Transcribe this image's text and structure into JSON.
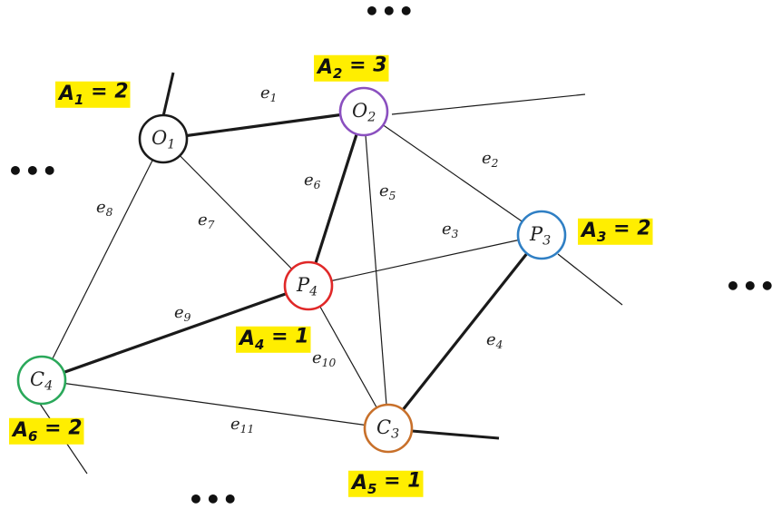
{
  "nodes": [
    {
      "id": "O1",
      "base": "O",
      "sub": "1",
      "color": "#1a1a1a"
    },
    {
      "id": "O2",
      "base": "O",
      "sub": "2",
      "color": "#8a4fbf"
    },
    {
      "id": "P3",
      "base": "P",
      "sub": "3",
      "color": "#2f7fc4"
    },
    {
      "id": "P4",
      "base": "P",
      "sub": "4",
      "color": "#e02828"
    },
    {
      "id": "C3",
      "base": "C",
      "sub": "3",
      "color": "#c8702a"
    },
    {
      "id": "C4",
      "base": "C",
      "sub": "4",
      "color": "#2aa85a"
    }
  ],
  "edges": [
    {
      "id": "e1",
      "base": "e",
      "sub": "1",
      "from": "O1",
      "to": "O2",
      "bold": true
    },
    {
      "id": "e2",
      "base": "e",
      "sub": "2",
      "from": "O2",
      "to": "P3",
      "bold": false
    },
    {
      "id": "e3",
      "base": "e",
      "sub": "3",
      "from": "P4",
      "to": "P3",
      "bold": false
    },
    {
      "id": "e4",
      "base": "e",
      "sub": "4",
      "from": "P3",
      "to": "C3",
      "bold": true
    },
    {
      "id": "e5",
      "base": "e",
      "sub": "5",
      "from": "O2",
      "to": "C3",
      "bold": false
    },
    {
      "id": "e6",
      "base": "e",
      "sub": "6",
      "from": "P4",
      "to": "O2",
      "bold": true
    },
    {
      "id": "e7",
      "base": "e",
      "sub": "7",
      "from": "O1",
      "to": "P4",
      "bold": false
    },
    {
      "id": "e8",
      "base": "e",
      "sub": "8",
      "from": "O1",
      "to": "C4",
      "bold": false
    },
    {
      "id": "e9",
      "base": "e",
      "sub": "9",
      "from": "C4",
      "to": "P4",
      "bold": true
    },
    {
      "id": "e10",
      "base": "e",
      "sub": "10",
      "from": "P4",
      "to": "C3",
      "bold": false
    },
    {
      "id": "e11",
      "base": "e",
      "sub": "11",
      "from": "C4",
      "to": "C3",
      "bold": false
    }
  ],
  "attributes": [
    {
      "node": "O1",
      "base": "A",
      "sub": "1",
      "rest": " = 2"
    },
    {
      "node": "O2",
      "base": "A",
      "sub": "2",
      "rest": " = 3"
    },
    {
      "node": "P3",
      "base": "A",
      "sub": "3",
      "rest": " = 2"
    },
    {
      "node": "P4",
      "base": "A",
      "sub": "4",
      "rest": " = 1"
    },
    {
      "node": "C3",
      "base": "A",
      "sub": "5",
      "rest": " = 1"
    },
    {
      "node": "C4",
      "base": "A",
      "sub": "6",
      "rest": " = 2"
    }
  ],
  "ellipsis": "•••",
  "colors": {
    "highlight": "#ffee00",
    "edge": "#1a1a1a"
  }
}
